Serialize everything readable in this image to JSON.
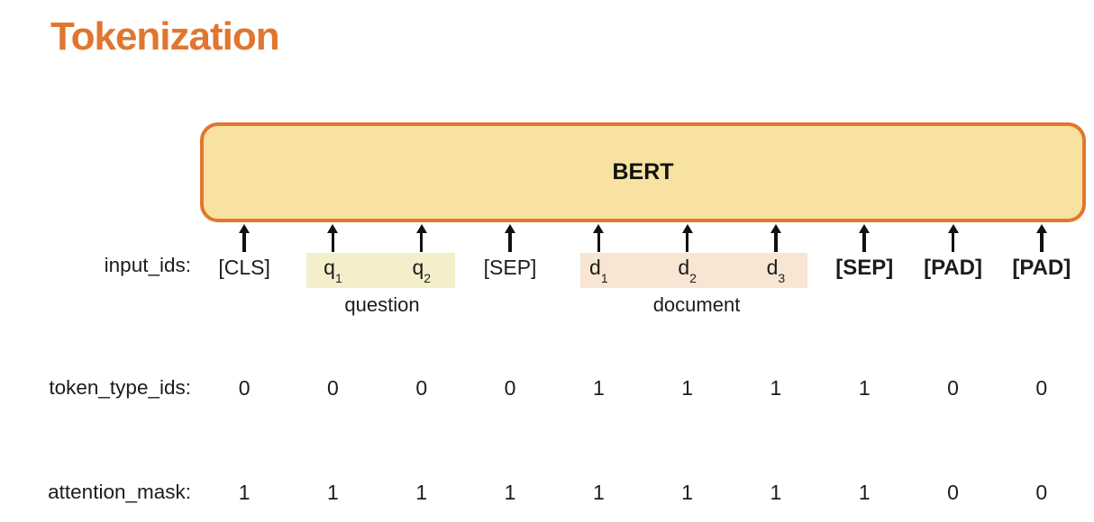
{
  "title": "Tokenization",
  "model_box": {
    "label": "BERT"
  },
  "rows": {
    "input_ids": {
      "label": "input_ids:"
    },
    "token_type_ids": {
      "label": "token_type_ids:",
      "values": [
        "0",
        "0",
        "0",
        "0",
        "1",
        "1",
        "1",
        "1",
        "0",
        "0"
      ]
    },
    "attention_mask": {
      "label": "attention_mask:",
      "values": [
        "1",
        "1",
        "1",
        "1",
        "1",
        "1",
        "1",
        "1",
        "0",
        "0"
      ]
    }
  },
  "tokens": [
    {
      "base": "[CLS]",
      "sub": ""
    },
    {
      "base": "q",
      "sub": "1"
    },
    {
      "base": "q",
      "sub": "2"
    },
    {
      "base": "[SEP]",
      "sub": ""
    },
    {
      "base": "d",
      "sub": "1"
    },
    {
      "base": "d",
      "sub": "2"
    },
    {
      "base": "d",
      "sub": "3"
    },
    {
      "base": "[SEP]",
      "sub": ""
    },
    {
      "base": "[PAD]",
      "sub": ""
    },
    {
      "base": "[PAD]",
      "sub": ""
    }
  ],
  "groups": [
    {
      "label": "question"
    },
    {
      "label": "document"
    }
  ],
  "colors": {
    "title_orange": "#e0762f",
    "box_border": "#e0772e",
    "box_fill": "#f8e2a1",
    "question_highlight": "#f5eecb",
    "document_highlight": "#f8e5d3",
    "arrow_black": "#111111",
    "text": "#1c1c1c"
  }
}
